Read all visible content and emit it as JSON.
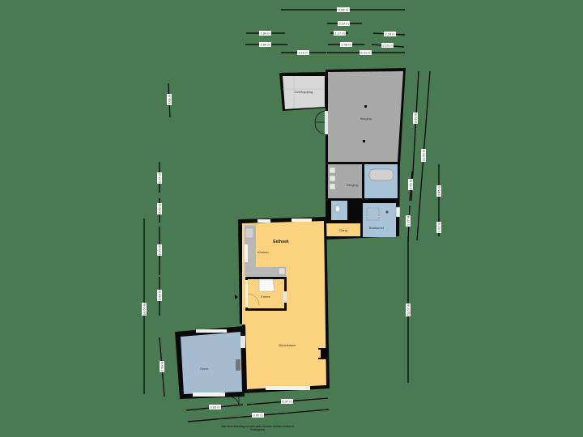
{
  "colors": {
    "background": "#4a7a52",
    "wall": "#0a0a0a",
    "living": "#fbd27e",
    "garage": "#a9a9a9",
    "storage": "#d8d8d8",
    "bath": "#a9c3d8",
    "serre": "#a5bcd0",
    "kitchen_counter": "#b8b8b8",
    "window": "#f2f2f2"
  },
  "rooms": {
    "overkapping": "Overkapping",
    "berging_large": "Berging",
    "berging_small": "Berging",
    "badkamer": "Badkamer",
    "gang": "Gang",
    "eethoek": "Eethoek",
    "keuken": "Keuken",
    "entree": "Entree",
    "woonkamer": "Woonkamer",
    "serre": "Serre"
  },
  "dimensions": {
    "top": [
      "9.66 m",
      "2.37 m",
      "2.84 m",
      "1.17 m",
      "2.19 m",
      "2.84 m",
      "2.46 m",
      "2.19 m",
      "3.10 m",
      "5.41 m"
    ],
    "left": [
      "3.09 m",
      "3.27 m",
      "3.09 m",
      "3.69 m",
      "3.68 m",
      "10.67 m",
      "2.90 m"
    ],
    "right": [
      "3.50 m",
      "11.60 m",
      "2.69 m",
      "3.45 m",
      "2.37 m",
      "1.92 m",
      "10.67 m"
    ],
    "bottom": [
      "3.93 m",
      "5.97 m",
      "9.00 m"
    ]
  },
  "footer": {
    "line1": "Aan deze tekening kunnen geen rechten worden ontleend",
    "line2": "Plattegrond"
  }
}
